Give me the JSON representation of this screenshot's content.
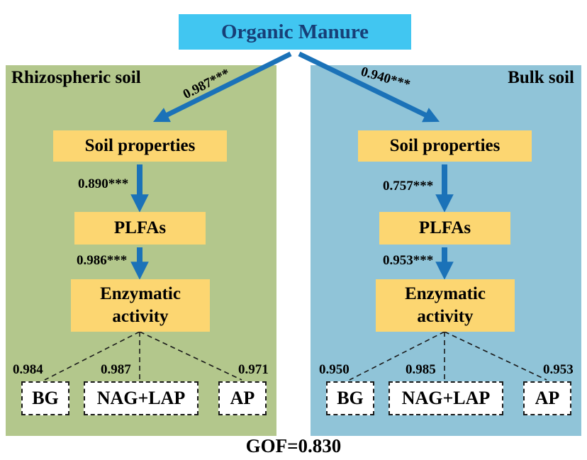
{
  "title": {
    "label": "Organic Manure"
  },
  "gof": "GOF=0.830",
  "panels": [
    {
      "label": "Rhizospheric soil",
      "path_manure_to_soil": "0.987***",
      "boxes": {
        "soil": "Soil properties",
        "plfa": "PLFAs",
        "enzyme": "Enzymatic activity"
      },
      "path_soil_to_plfa": "0.890***",
      "path_plfa_to_enzyme": "0.986***",
      "outputs": [
        {
          "label": "BG",
          "coef": "0.984"
        },
        {
          "label": "NAG+LAP",
          "coef": "0.987"
        },
        {
          "label": "AP",
          "coef": "0.971"
        }
      ]
    },
    {
      "label": "Bulk soil",
      "path_manure_to_soil": "0.940***",
      "boxes": {
        "soil": "Soil properties",
        "plfa": "PLFAs",
        "enzyme": "Enzymatic activity"
      },
      "path_soil_to_plfa": "0.757***",
      "path_plfa_to_enzyme": "0.953***",
      "outputs": [
        {
          "label": "BG",
          "coef": "0.950"
        },
        {
          "label": "NAG+LAP",
          "coef": "0.985"
        },
        {
          "label": "AP",
          "coef": "0.953"
        }
      ]
    }
  ],
  "colors": {
    "manure_box": "#41c6f1",
    "manure_text": "#173f77",
    "left_panel": "#b3c78c",
    "right_panel": "#90c4d8",
    "latent_box": "#fcd671",
    "arrow": "#1b72b8"
  }
}
